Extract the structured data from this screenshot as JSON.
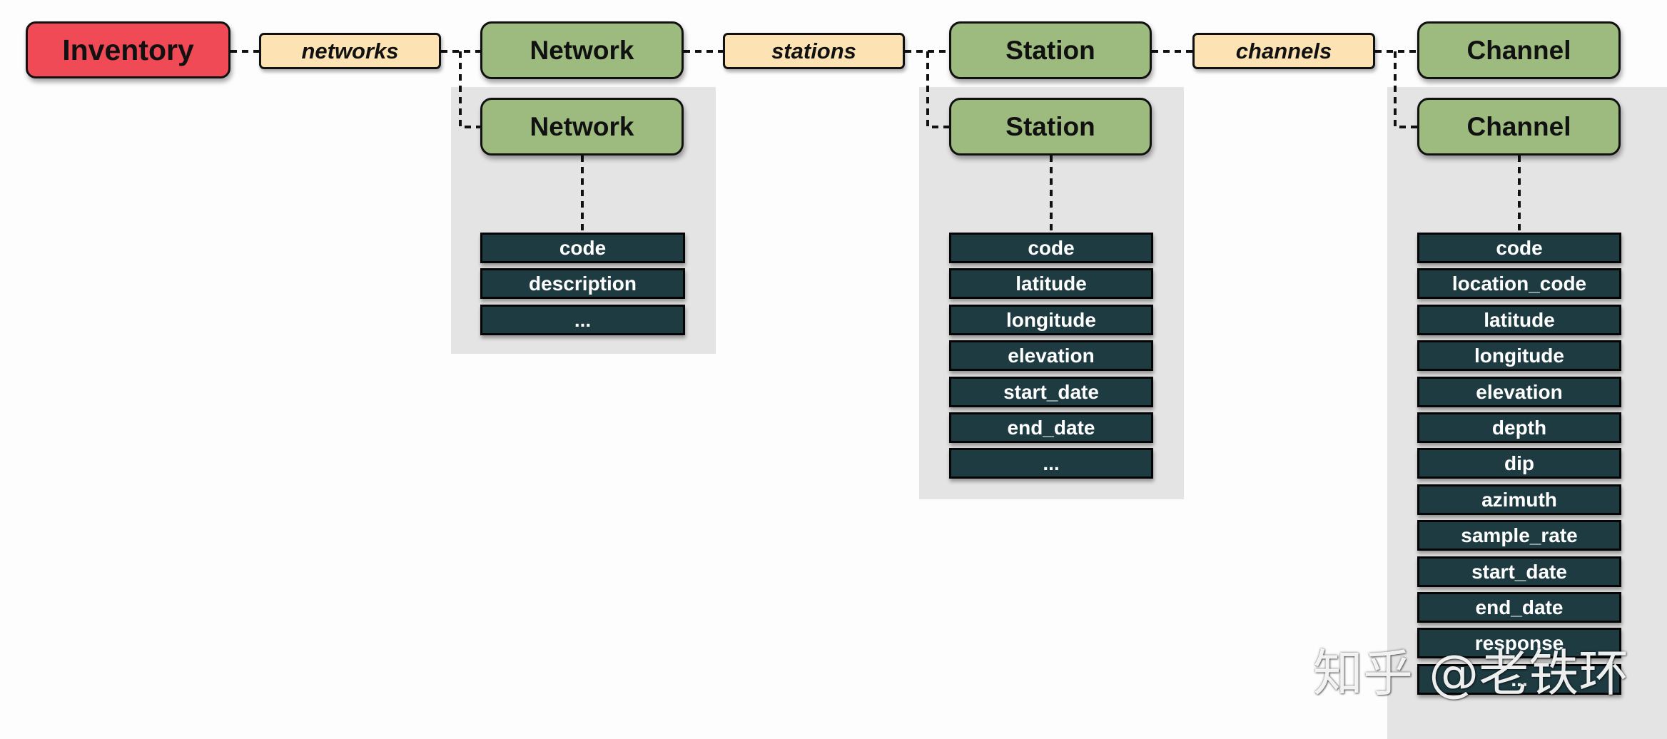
{
  "nodes": {
    "inventory": "Inventory",
    "networks_tag": "networks",
    "network": "Network",
    "stations_tag": "stations",
    "station": "Station",
    "channels_tag": "channels",
    "channel": "Channel"
  },
  "network_fields": [
    "code",
    "description",
    "..."
  ],
  "station_fields": [
    "code",
    "latitude",
    "longitude",
    "elevation",
    "start_date",
    "end_date",
    "..."
  ],
  "channel_fields": [
    "code",
    "location_code",
    "latitude",
    "longitude",
    "elevation",
    "depth",
    "dip",
    "azimuth",
    "sample_rate",
    "start_date",
    "end_date",
    "response",
    "..."
  ],
  "watermark": "知乎 @老铁环",
  "colors": {
    "inventory": "#ef4a56",
    "node": "#9dbb7e",
    "relation_tag": "#fde3b4",
    "field": "#1e3b42",
    "panel": "#e4e4e4"
  }
}
